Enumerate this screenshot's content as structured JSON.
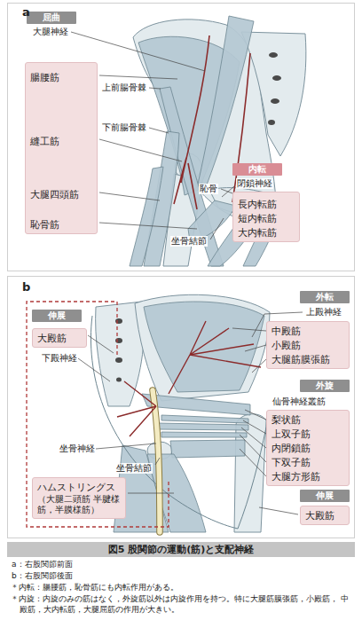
{
  "diagram": {
    "caption": "図5 股関節の運動(筋)と支配神経",
    "nodes": [
      {
        "text": [
          "屈曲"
        ]
      },
      {
        "text": [
          "腸腰筋",
          "縫工筋",
          "大腿四頭筋",
          "恥骨筋"
        ]
      },
      {
        "text": [
          "内転"
        ]
      },
      {
        "text": [
          "長内転筋",
          "短内転筋",
          "大内転筋"
        ]
      },
      {
        "text": [
          "伸展"
        ]
      },
      {
        "text": [
          "大殿筋"
        ]
      },
      {
        "text": [
          "ハムストリングス",
          "（大腿二頭筋 半腱様筋，半膜様筋）"
        ]
      },
      {
        "text": [
          "外転"
        ]
      },
      {
        "text": [
          "中殿筋",
          "小殿筋",
          "大腿筋膜張筋"
        ]
      },
      {
        "text": [
          "外旋"
        ]
      },
      {
        "text": [
          "梨状筋",
          "上双子筋",
          "内閉鎖筋",
          "下双子筋",
          "大腿方形筋"
        ]
      },
      {
        "text": [
          "伸展"
        ]
      },
      {
        "text": [
          "大殿筋"
        ]
      }
    ],
    "labels": [
      "a",
      "大腿神経",
      "上前腸骨棘",
      "下前腸骨棘",
      "恥骨",
      "閉鎖神経",
      "坐骨結節",
      "b",
      "下殿神経",
      "坐骨神経",
      "坐骨結節",
      "上殿神経",
      "仙骨神経叢筋",
      "a：右股関節前面",
      "b：右股関節後面",
      "＊内転：腸腰筋，恥骨筋にも内転作用がある。",
      "＊内旋：内旋のみの筋はなく，外旋筋以外は内旋作用を持つ。特に大腿筋膜張筋，小殿筋， 中殿筋，大内転筋，大腿屈筋の作用が大きい。"
    ]
  }
}
